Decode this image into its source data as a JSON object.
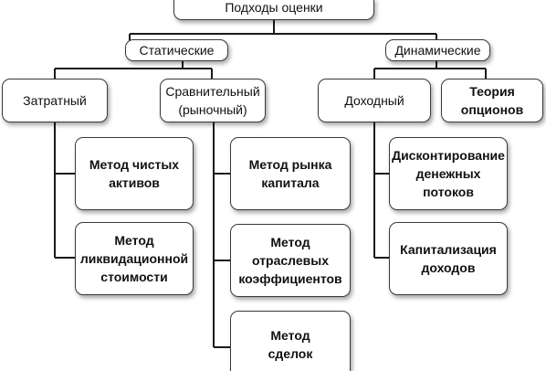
{
  "diagram": {
    "root": "Подходы оценки",
    "groups": {
      "static": "Статические",
      "dynamic": "Динамические"
    },
    "approaches": {
      "cost": "Затратный",
      "comparative": "Сравнительный\n(рыночный)",
      "income": "Доходный",
      "options": "Теория\nопционов"
    },
    "methods": {
      "net_assets": "Метод чистых\nактивов",
      "liquidation": "Метод\nликвидационной\nстоимости",
      "capital_market": "Метод рынка\nкапитала",
      "industry_coefficients": "Метод отраслевых\nкоэффициентов",
      "transactions": "Метод\nсделок",
      "discounting": "Дисконтирование\nденежных потоков",
      "capitalization": "Капитализация\nдоходов"
    }
  }
}
